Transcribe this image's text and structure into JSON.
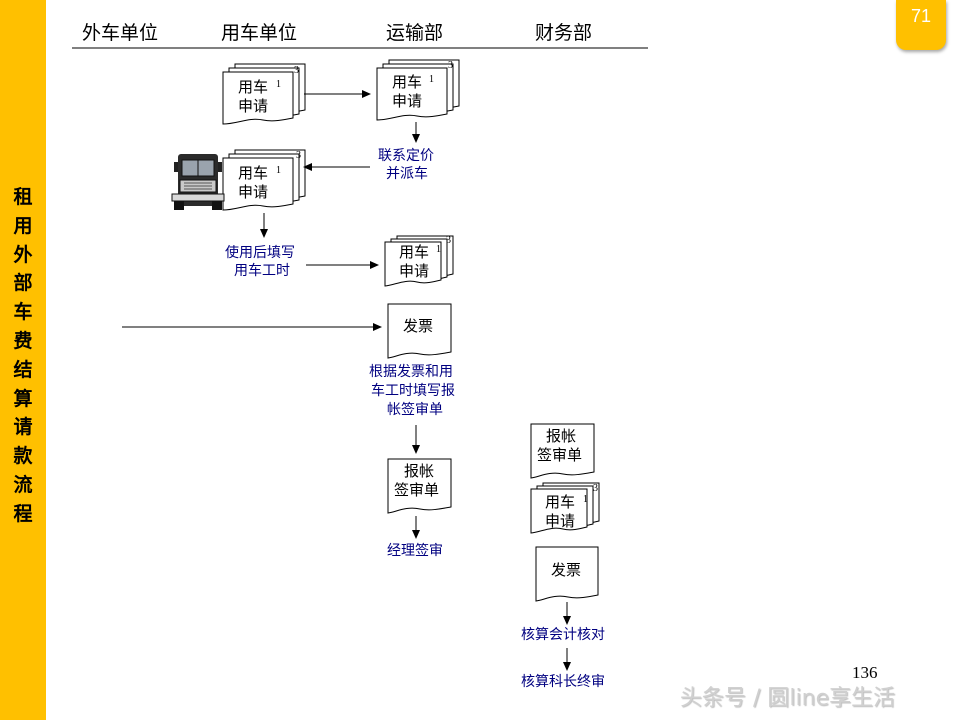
{
  "sidebar": {
    "title_chars": [
      "租",
      "用",
      "外",
      "部",
      "车",
      "费",
      "结",
      "算",
      "请",
      "款",
      "流",
      "程"
    ]
  },
  "page_badge": "71",
  "headers": {
    "external_unit": "外车单位",
    "using_unit": "用车单位",
    "transport_dept": "运输部",
    "finance_dept": "财务部"
  },
  "docs": {
    "vehicle_request": [
      "用车",
      "申请"
    ],
    "invoice": "发票",
    "expense_form": [
      "报帐",
      "签审单"
    ],
    "copy_count": "3",
    "copy_index": "1"
  },
  "steps": {
    "contact_dispatch": [
      "联系定价",
      "并派车"
    ],
    "fill_hours": [
      "使用后填写",
      "用车工时"
    ],
    "fill_expense_form": [
      "根据发票和用",
      "车工时填写报",
      "帐签审单"
    ],
    "manager_sign": "经理签审",
    "accounting_check": "核算会计核对",
    "section_chief_review": "核算科长终审"
  },
  "icons": {
    "truck": "truck-icon"
  },
  "slide_number": "136",
  "watermark": "头条号 / 圆line享生活",
  "colors": {
    "sidebar": "#ffc000",
    "step_text": "#000080"
  }
}
